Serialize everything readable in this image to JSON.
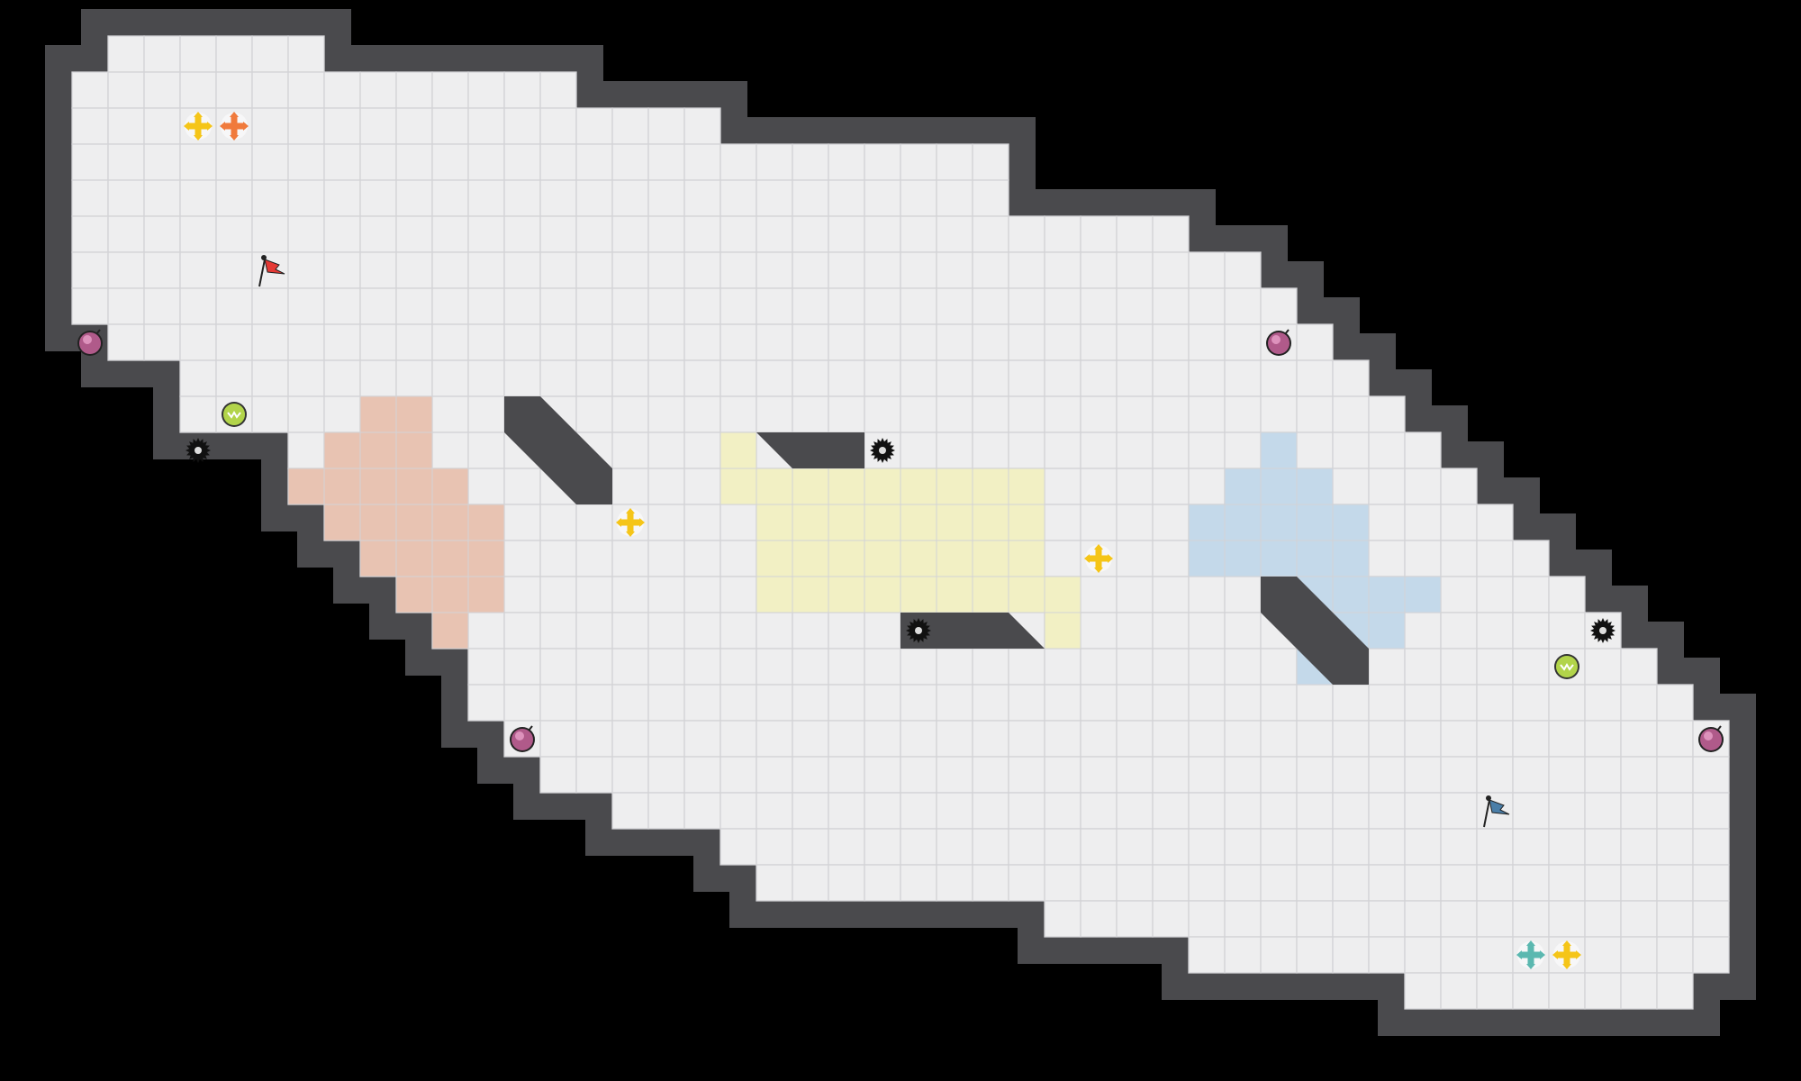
{
  "game": {
    "title": "",
    "map_outline_color": "#4a4a4d",
    "floor_color": "#eeeeef",
    "grid_line_color": "#d3d3d6",
    "background_color": "#000000"
  },
  "team_colors": {
    "red": "#e8c3b2",
    "yellow": "#f2f0c4",
    "blue": "#c4d9ea"
  },
  "zones": [
    {
      "name": "red-team-zone",
      "color": "#e8c3b2"
    },
    {
      "name": "neutral-zone",
      "color": "#f2f0c4"
    },
    {
      "name": "blue-team-zone",
      "color": "#c4d9ea"
    }
  ],
  "flags": [
    {
      "team": "red",
      "icon": "red-flag-icon",
      "color": "#e53935"
    },
    {
      "team": "blue",
      "icon": "blue-flag-icon",
      "color": "#4a7ea8"
    }
  ],
  "powerups": [
    {
      "type": "yellow-tagpro-powerup",
      "icon": "yellow-cross-icon",
      "color": "#f5c518"
    },
    {
      "type": "orange-tagpro-powerup",
      "icon": "orange-cross-icon",
      "color": "#f07a3c"
    },
    {
      "type": "teal-tagpro-powerup",
      "icon": "teal-cross-icon",
      "color": "#5bb8b0"
    }
  ],
  "bombs": {
    "icon": "bomb-icon",
    "color": "#b05a8a"
  },
  "spikes": {
    "icon": "spike-icon",
    "color": "#111111"
  },
  "boosts": {
    "icon": "boost-icon",
    "color": "#8cc34a"
  }
}
